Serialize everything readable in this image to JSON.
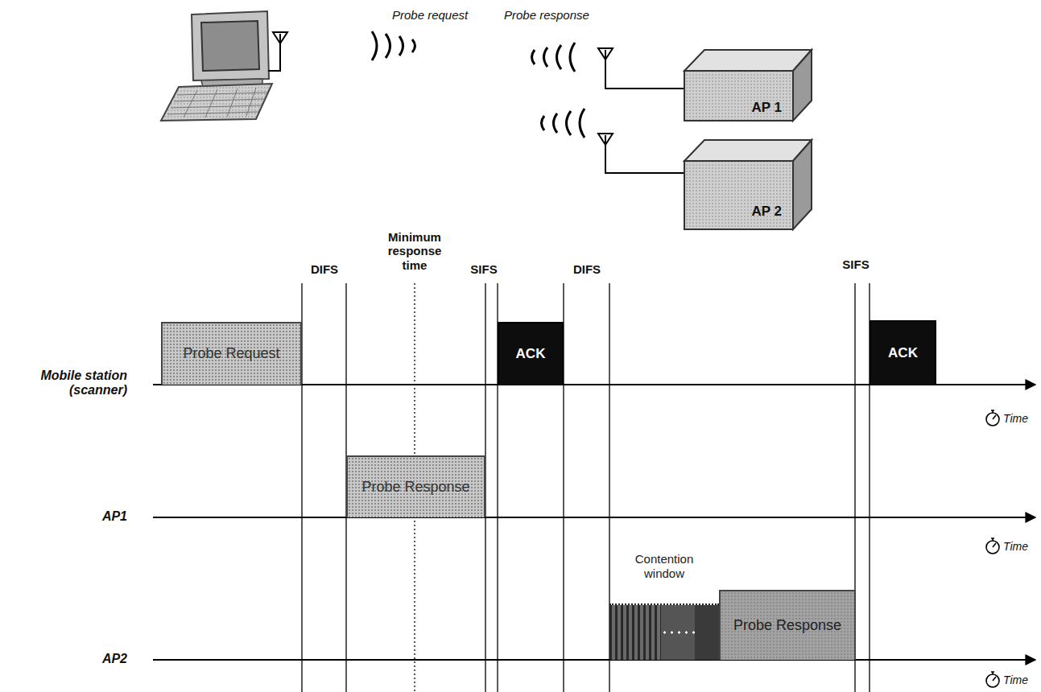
{
  "diagram": {
    "nodes": [
      {
        "text": [
          "AP 1"
        ]
      },
      {
        "text": [
          "AP 2"
        ]
      },
      {
        "text": [
          "Probe Request"
        ]
      },
      {
        "text": [
          "ACK"
        ]
      },
      {
        "text": [
          "ACK"
        ]
      },
      {
        "text": [
          "Probe Response"
        ]
      },
      {
        "text": [
          "Contention window"
        ]
      },
      {
        "text": [
          "Probe Response"
        ]
      }
    ],
    "labels": [
      "Probe request",
      "Probe response",
      "DIFS",
      "Minimum response time",
      "SIFS",
      "DIFS",
      "SIFS",
      "Mobile station (scanner)",
      "Time",
      "AP1",
      "Time",
      "AP2",
      "Time"
    ]
  }
}
